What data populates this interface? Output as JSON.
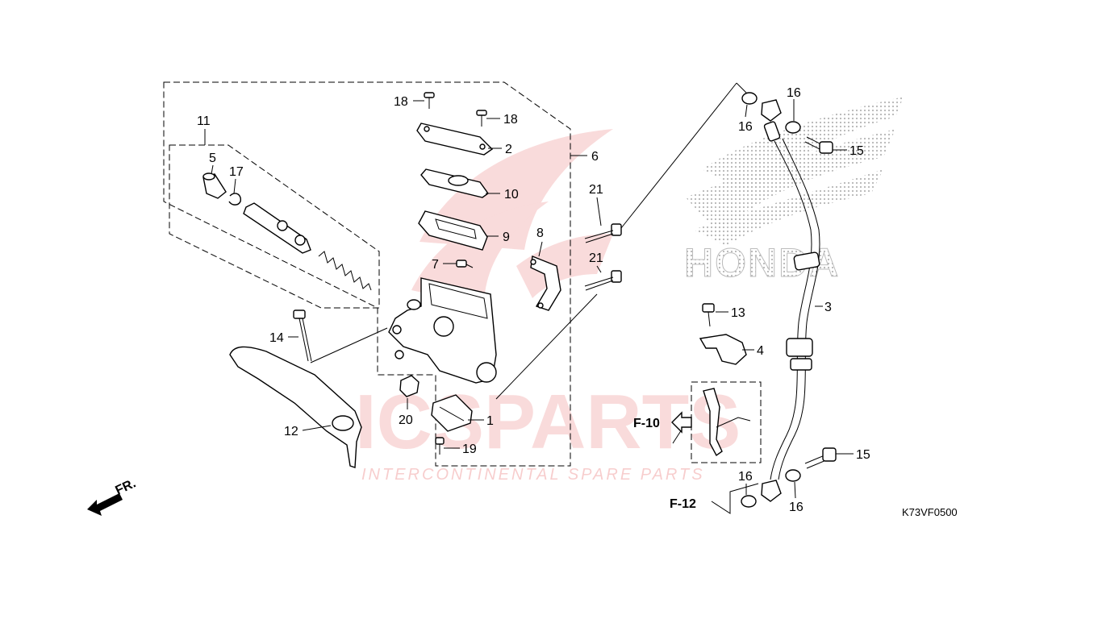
{
  "diagram_code": "K73VF0500",
  "direction_label": "FR.",
  "watermark": {
    "brand": "ICSPARTS",
    "tagline": "INTERCONTINENTAL SPARE PARTS",
    "logo_text": "HONDA",
    "accent_color": "#e23b3b"
  },
  "refs": {
    "f10": "F-10",
    "f12": "F-12"
  },
  "callouts": {
    "c1": "1",
    "c2": "2",
    "c3": "3",
    "c4": "4",
    "c5": "5",
    "c6": "6",
    "c7": "7",
    "c8": "8",
    "c9": "9",
    "c10": "10",
    "c11": "11",
    "c12": "12",
    "c13": "13",
    "c14": "14",
    "c15a": "15",
    "c15b": "15",
    "c16a": "16",
    "c16b": "16",
    "c16c": "16",
    "c16d": "16",
    "c17": "17",
    "c18a": "18",
    "c18b": "18",
    "c19": "19",
    "c20": "20",
    "c21a": "21",
    "c21b": "21"
  }
}
